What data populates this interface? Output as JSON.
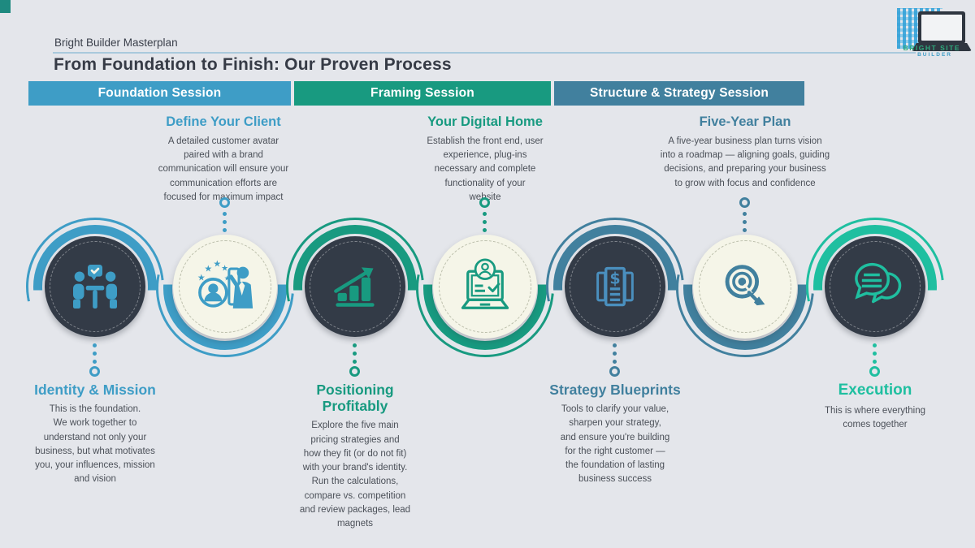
{
  "page": {
    "label": "Bright Builder Masterplan",
    "title": "From Foundation to Finish: Our Proven Process"
  },
  "logo": {
    "line1": "BRIGHT SITE",
    "line2": "BUILDER"
  },
  "sessions": [
    {
      "label": "Foundation Session",
      "color": "#3E9DC6"
    },
    {
      "label": "Framing Session",
      "color": "#189A80"
    },
    {
      "label": "Structure & Strategy Session",
      "color": "#41809E"
    }
  ],
  "steps": [
    {
      "title": "Identity & Mission",
      "body": "This is the foundation.\nWe work together to\nunderstand not only your\nbusiness, but what motivates\nyou, your influences, mission\nand vision",
      "icon": "meeting-discussion-icon",
      "accent": "#3E9DC6",
      "circle": "dark",
      "text_position": "bottom"
    },
    {
      "title": "Define Your Client",
      "body": "A detailed customer avatar\npaired with a brand\ncommunication will ensure your\ncommunication efforts are\nfocused for maximum impact",
      "icon": "customer-avatar-stars-icon",
      "accent": "#3E9DC6",
      "circle": "light",
      "text_position": "top"
    },
    {
      "title": "Positioning\nProfitably",
      "body": "Explore the five main\npricing strategies and\nhow they fit (or do not fit)\nwith your brand's identity.\nRun the calculations,\ncompare vs. competition\nand review packages, lead\nmagnets",
      "icon": "growth-bar-chart-icon",
      "accent": "#189A80",
      "circle": "dark",
      "text_position": "bottom"
    },
    {
      "title": "Your Digital Home",
      "body": "Establish the front end, user\nexperience, plug-ins\nnecessary and complete\nfunctionality of your\nwebsite",
      "icon": "laptop-website-icon",
      "accent": "#189A80",
      "circle": "light",
      "text_position": "top"
    },
    {
      "title": "Strategy Blueprints",
      "body": "Tools to clarify your value,\nsharpen your strategy,\nand ensure you're building\nfor the right customer —\nthe foundation of lasting\nbusiness success",
      "icon": "pricing-document-icon",
      "accent": "#41809E",
      "circle": "dark",
      "text_position": "bottom"
    },
    {
      "title": "Five-Year Plan",
      "body": "A five-year business plan turns vision\ninto a roadmap — aligning goals, guiding\ndecisions, and preparing your business\nto grow with focus and confidence",
      "icon": "target-dart-icon",
      "accent": "#41809E",
      "circle": "light",
      "text_position": "top"
    },
    {
      "title": "Execution",
      "body": "This is where everything\ncomes together",
      "icon": "chat-bubbles-icon",
      "accent": "#1FBFA0",
      "circle": "dark",
      "text_position": "bottom"
    }
  ],
  "colors": {
    "background": "#E4E6EB",
    "dark_circle": "#333B47",
    "cream_circle": "#F5F5E8",
    "blue": "#3E9DC6",
    "green": "#189A80",
    "slate": "#41809E",
    "teal": "#1FBFA0",
    "steel_icon": "#4A8FBE",
    "title_text": "#363B46",
    "body_text": "#4B5058"
  }
}
